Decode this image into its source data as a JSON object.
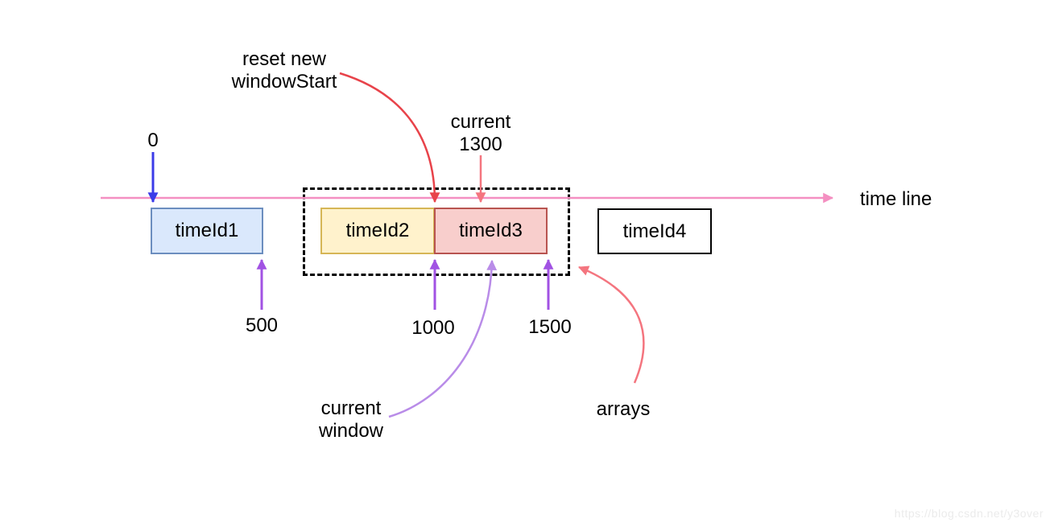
{
  "diagram": {
    "labels": {
      "zero": "0",
      "v500": "500",
      "v1000": "1000",
      "v1500": "1500",
      "reset_l1": "reset new",
      "reset_l2": "windowStart",
      "current_l1": "current",
      "current_l2": "1300",
      "curwin_l1": "current",
      "curwin_l2": "window",
      "arrays": "arrays",
      "timeline": "time line"
    },
    "boxes": [
      {
        "label": "timeId1",
        "fill": "#dae8fc",
        "border": "#6c8ebf"
      },
      {
        "label": "timeId2",
        "fill": "#fff2cc",
        "border": "#d6b656"
      },
      {
        "label": "timeId3",
        "fill": "#f8cecc",
        "border": "#b85450"
      },
      {
        "label": "timeId4",
        "fill": "#ffffff",
        "border": "#000000"
      }
    ],
    "colors": {
      "timeline_pink": "#f48fc1",
      "pointer_blue": "#3b3be8",
      "pointer_purple": "#a152e3",
      "pointer_light_purple": "#b98ce8",
      "pointer_red": "#e8434a",
      "pointer_salmon": "#f4757f",
      "dashed_border": "#000000"
    },
    "watermark": "https://blog.csdn.net/y3over"
  }
}
